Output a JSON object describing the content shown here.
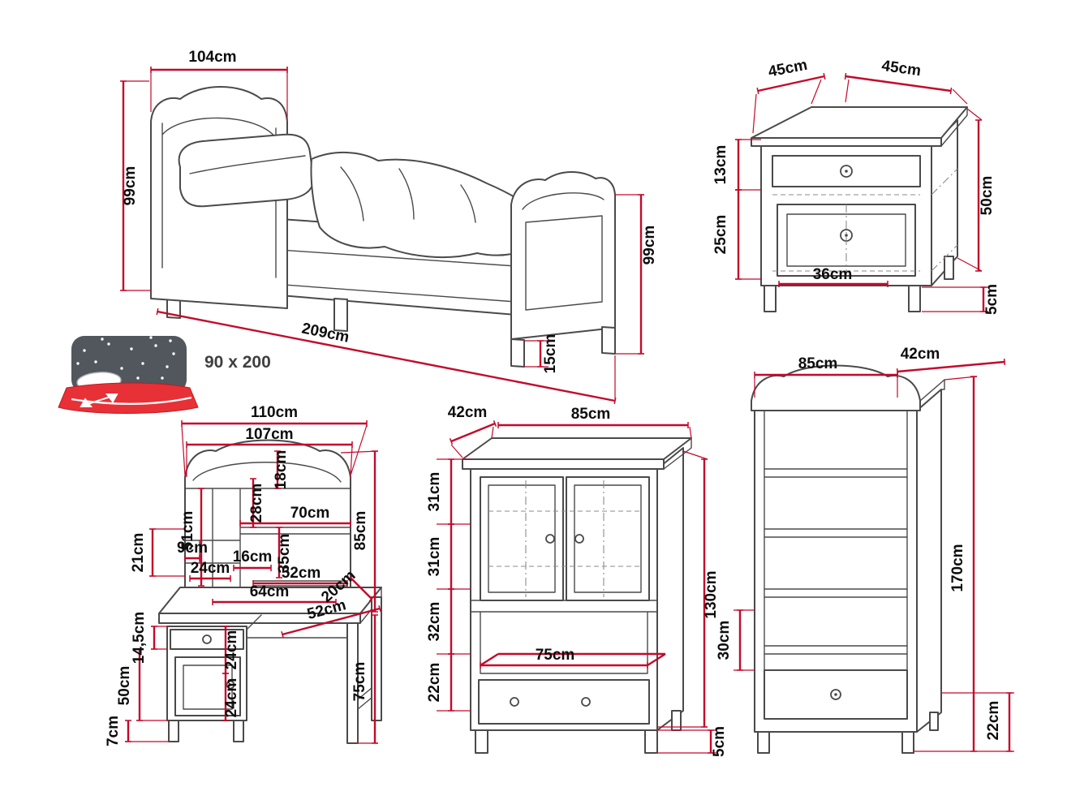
{
  "bed": {
    "width": "104cm",
    "headboard_height": "99cm",
    "footboard_height": "99cm",
    "length": "209cm",
    "leg_height": "15cm",
    "mattress_size": "90 x 200"
  },
  "nightstand": {
    "depth": "45cm",
    "width": "45cm",
    "drawer_height": "13cm",
    "door_height": "25cm",
    "height": "50cm",
    "inner_width": "36cm",
    "leg_height": "5cm"
  },
  "desk": {
    "total_width": "110cm",
    "hutch_width": "107cm",
    "crest_height": "18cm",
    "upper_shelf_gap": "28cm",
    "hutch_side_height": "51cm",
    "side_gap": "21cm",
    "shelf_width": "70cm",
    "cubby_small_width": "9cm",
    "cubby_mid_width": "16cm",
    "lower_shelf_gap": "35cm",
    "cubby_wide_width": "24cm",
    "lower_shelf_width": "52cm",
    "knee_space_width": "64cm",
    "shelf_depth": "20cm",
    "hutch_height": "85cm",
    "drawer_height": "14,5cm",
    "cabinet_height": "50cm",
    "door_upper_height": "24cm",
    "door_lower_height": "24cm",
    "leg_height": "7cm",
    "depth": "52cm",
    "height": "75cm"
  },
  "cabinet": {
    "depth": "42cm",
    "width": "85cm",
    "section1_height": "31cm",
    "section2_height": "31cm",
    "section3_height": "32cm",
    "section4_height": "22cm",
    "shelf_width": "75cm",
    "height": "130cm",
    "leg_height": "5cm"
  },
  "bookcase": {
    "width": "85cm",
    "depth": "42cm",
    "height": "170cm",
    "drawer_section_height": "30cm",
    "base_height": "22cm"
  },
  "colors": {
    "dimension_red": "#c3092b",
    "outline_gray": "#4a4a4a",
    "mattress_red": "#e73137",
    "canopy_dark": "#51575c"
  }
}
